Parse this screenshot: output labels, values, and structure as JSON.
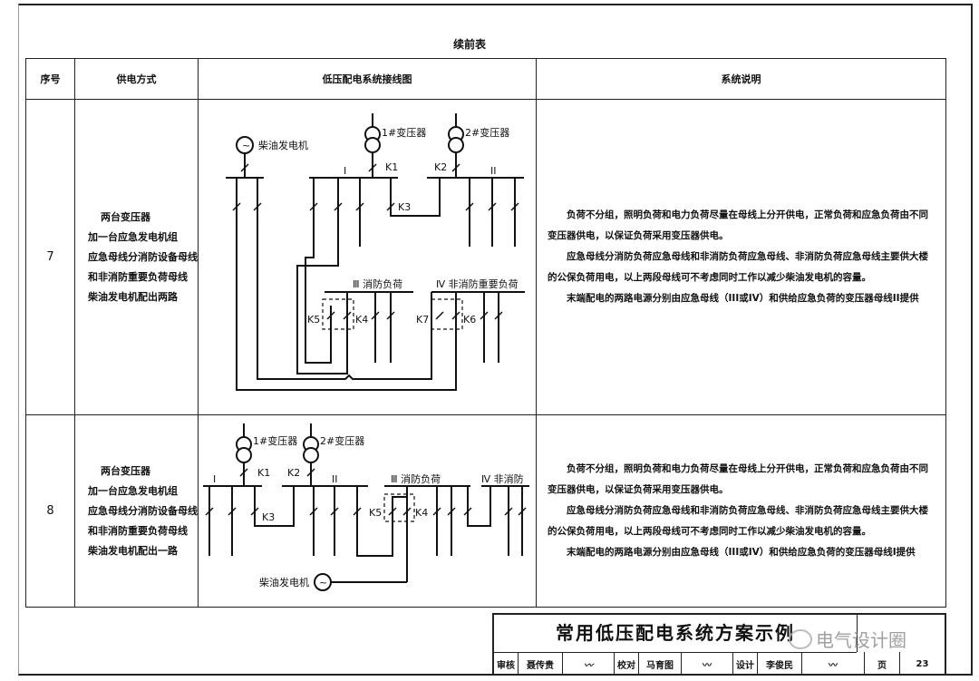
{
  "caption": "续前表",
  "headers": {
    "no": "序号",
    "mode": "供电方式",
    "diagram": "低压配电系统接线图",
    "desc": "系统说明"
  },
  "rows": [
    {
      "no": "7",
      "mode": [
        "两台变压器",
        "加一台应急发电机组",
        "应急母线分消防设备母线",
        "和非消防重要负荷母线",
        "柴油发电机配出两路"
      ],
      "desc": [
        "负荷不分组，照明负荷和电力负荷尽量在母线上分开供电，正常负荷和应急负荷由不同变压器供电，以保证负荷采用变压器供电。",
        "应急母线分消防负荷应急母线和非消防负荷应急母线、非消防负荷应急母线主要供大楼的公保负荷用电，以上两段母线可不考虑同时工作以减少柴油发电机的容量。",
        "末端配电的两路电源分别由应急母线（III或IV）和供给应急负荷的变压器母线II提供"
      ],
      "labels": {
        "gen": "柴油发电机",
        "t1": "1#变压器",
        "t2": "2#变压器",
        "k1": "K1",
        "k2": "K2",
        "k3": "K3",
        "k4": "K4",
        "k5": "K5",
        "k6": "K6",
        "k7": "K7",
        "bus1": "I",
        "bus2": "II",
        "bus3": "Ⅲ 消防负荷",
        "bus4": "Ⅳ 非消防重要负荷"
      }
    },
    {
      "no": "8",
      "mode": [
        "两台变压器",
        "加一台应急发电机组",
        "应急母线分消防设备母线",
        "和非消防重要负荷母线",
        "柴油发电机配出一路"
      ],
      "desc": [
        "负荷不分组，照明负荷和电力负荷尽量在母线上分开供电，正常负荷和应急负荷由不同变压器供电，以保证负荷采用变压器供电。",
        "应急母线分消防负荷应急母线和非消防负荷应急母线、非消防负荷应急母线主要供大楼的公保负荷用电，以上两段母线可不考虑同时工作以减少柴油发电机的容量。",
        "末端配电的两路电源分别由应急母线（III或IV）和供给应急负荷的变压器母线I提供"
      ],
      "labels": {
        "gen": "柴油发电机",
        "t1": "1#变压器",
        "t2": "2#变压器",
        "k1": "K1",
        "k2": "K2",
        "k3": "K3",
        "k4": "K4",
        "k5": "K5",
        "bus1": "I",
        "bus2": "II",
        "bus3": "Ⅲ 消防负荷",
        "bus4": "Ⅳ 非消防"
      }
    }
  ],
  "title_block": {
    "title": "常用低压配电系统方案示例",
    "review_label": "审核",
    "reviewer": "聂传贵",
    "check_label": "校对",
    "checker": "马育图",
    "design_label": "设计",
    "designer": "李俊民",
    "page_label": "页",
    "page": "23"
  },
  "watermark": "电气设计圈"
}
